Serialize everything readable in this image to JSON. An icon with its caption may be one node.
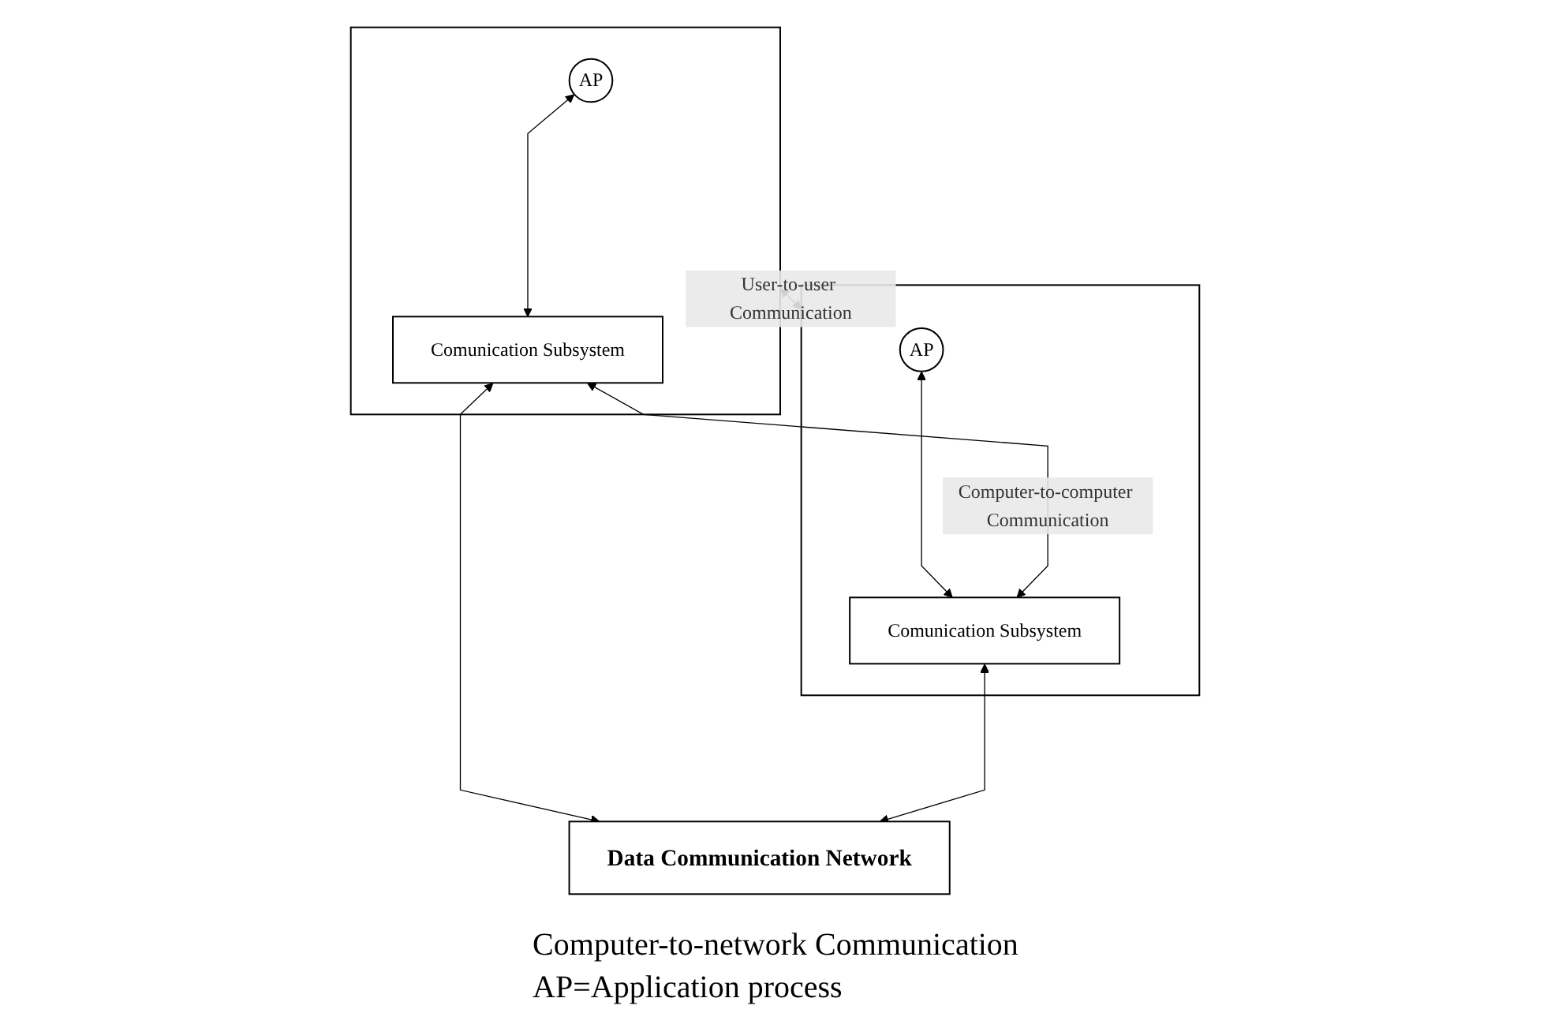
{
  "diagram": {
    "nodes": [
      {
        "text": [],
        "shape": "box"
      },
      {
        "text": [
          "AP"
        ],
        "in": 0
      },
      {
        "text": [
          "Comunication Subsystem"
        ],
        "in": 0
      },
      {
        "text": [],
        "shape": "box"
      },
      {
        "text": [
          "AP"
        ],
        "in": 3
      },
      {
        "text": [
          "Comunication Subsystem"
        ],
        "in": 3
      },
      {
        "text": [
          "Data Communication Network"
        ]
      }
    ],
    "edges": [
      {
        "from": 0,
        "to": 3,
        "arrow": "both",
        "label": "User-to-user Communication"
      },
      {
        "from": 1,
        "to": 2,
        "arrow": "both"
      },
      {
        "from": 4,
        "to": 5,
        "arrow": "both"
      },
      {
        "from": 2,
        "to": 5,
        "arrow": "both",
        "label": "Computer-to-computer Communication"
      },
      {
        "from": 2,
        "to": 6,
        "arrow": "both"
      },
      {
        "from": 5,
        "to": 6,
        "arrow": "both"
      }
    ],
    "labels": [
      "Computer-to-network Communication",
      "AP=Application process"
    ]
  }
}
